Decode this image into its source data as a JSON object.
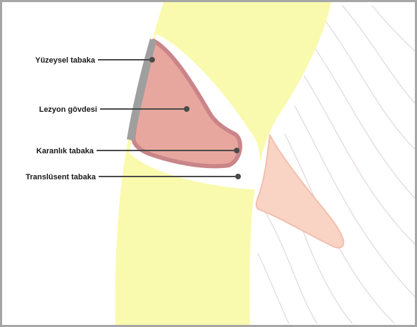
{
  "labels": {
    "surface_layer": "Yüzeysel tabaka",
    "lesion_body": "Lezyon gövdesi",
    "dark_zone": "Karanlık tabaka",
    "translucent_zone": "Translüsent tabaka"
  },
  "colors": {
    "frame": "#a6a6a6",
    "enamel": "#fafaaf",
    "pulp_tissue": "#f9d4c4",
    "lesion_body": "#e8a79e",
    "dark_zone": "#c98588",
    "surface_layer": "#9f9f9f",
    "translucent_zone": "#ffffff",
    "leader_line": "#4a4a4a",
    "dentin_lines": "#e6dcdc"
  }
}
